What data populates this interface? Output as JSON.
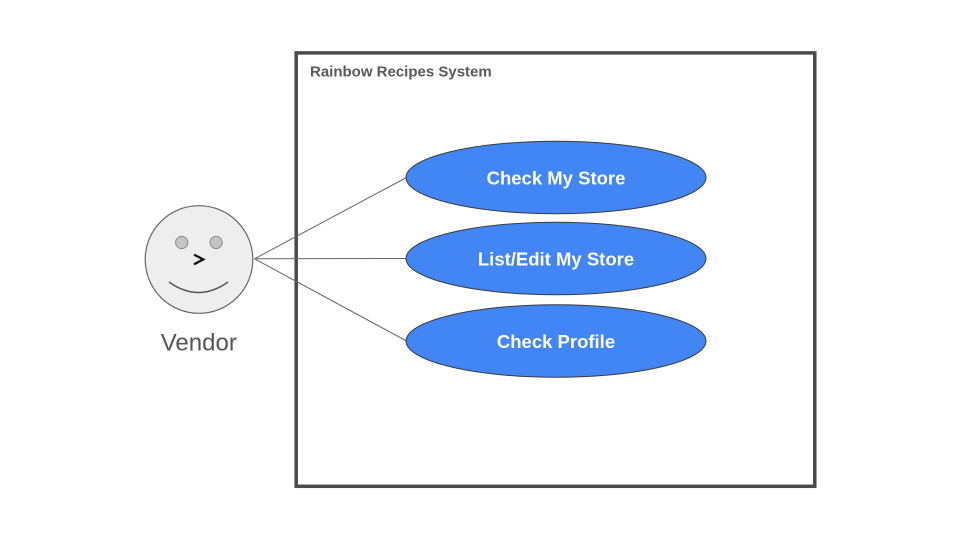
{
  "diagram": {
    "type": "uml-use-case-diagram",
    "system": {
      "title": "Rainbow Recipes System"
    },
    "actor": {
      "name": "Vendor"
    },
    "use_cases": [
      {
        "label": "Check My Store"
      },
      {
        "label": "List/Edit My Store"
      },
      {
        "label": "Check Profile"
      }
    ],
    "connections": [
      {
        "from": "Vendor",
        "to": "Check My Store"
      },
      {
        "from": "Vendor",
        "to": "List/Edit My Store"
      },
      {
        "from": "Vendor",
        "to": "Check Profile"
      }
    ],
    "colors": {
      "background": "#FFFFFF",
      "usecase_fill": "#4285F4",
      "usecase_stroke": "#3B3B3B",
      "usecase_text": "#FFFFFF",
      "system_border": "#4A4A4A",
      "system_fill": "#FFFFFF",
      "system_title_text": "#595959",
      "connector": "#666666",
      "actor_fill": "#EEEEEE",
      "actor_stroke": "#666666",
      "actor_eye_fill": "#C4C4C4",
      "actor_eye_stroke": "#8C8C8C",
      "actor_nose": "#111111",
      "actor_mouth": "#555555",
      "actor_label_text": "#555555"
    }
  }
}
